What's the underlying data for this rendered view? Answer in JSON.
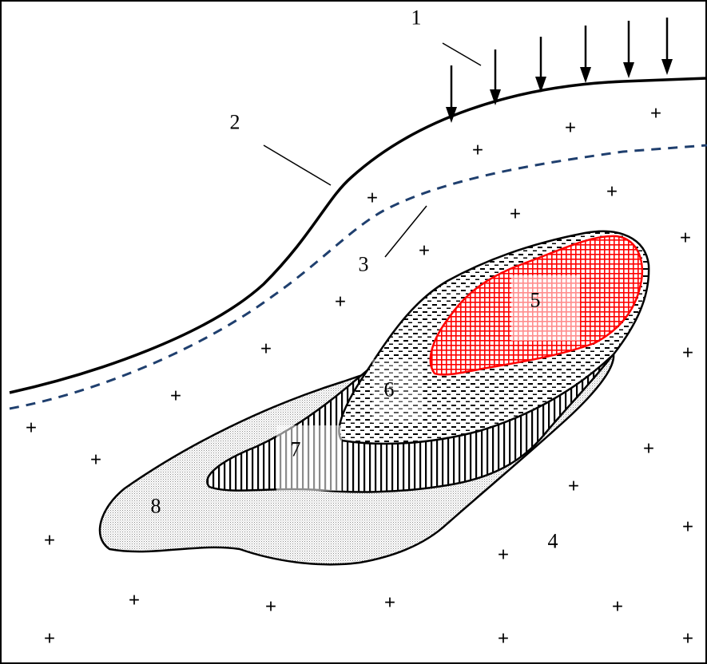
{
  "labels": {
    "l1": "1",
    "l2": "2",
    "l3": "3",
    "l4": "4",
    "l5": "5",
    "l6": "6",
    "l7": "7",
    "l8": "8"
  },
  "plus_symbol": "+",
  "colors": {
    "zone5_outline": "#ff0000",
    "water_table": "#1f3f6e",
    "outline": "#000000"
  }
}
